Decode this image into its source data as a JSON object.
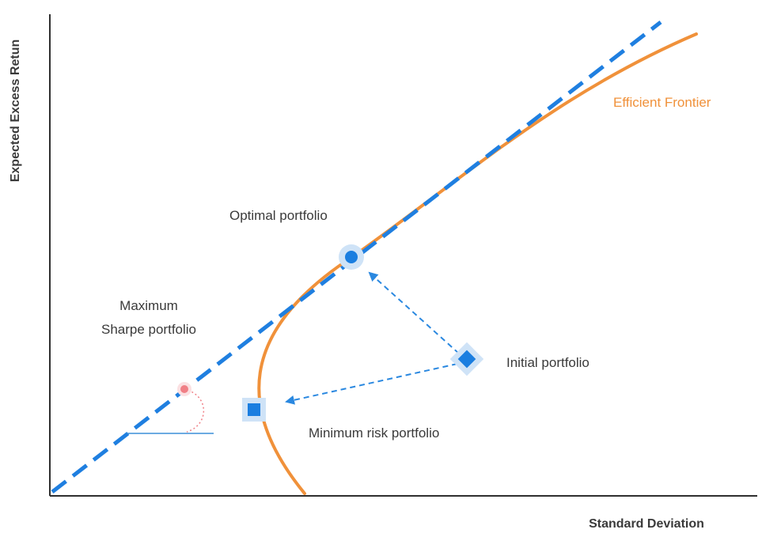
{
  "axes": {
    "x_label": "Standard Deviation",
    "y_label": "Expected Excess Retun"
  },
  "labels": {
    "efficient_frontier": "Efficient Frontier",
    "optimal_portfolio": "Optimal portfolio",
    "max_sharpe_line1": "Maximum",
    "max_sharpe_line2": "Sharpe portfolio",
    "initial_portfolio": "Initial portfolio",
    "min_risk_portfolio": "Minimum risk portfolio"
  },
  "colors": {
    "frontier": "#f0913a",
    "capital_line": "#1f7fe0",
    "arrow": "#2a88e0",
    "marker": "#1a7ee0",
    "halo": "#cfe3f7",
    "sharpe_dot": "#f07f86",
    "baseline": "#3b8fd8",
    "axis": "#2f2f2f",
    "text": "#3a3a3a"
  }
}
